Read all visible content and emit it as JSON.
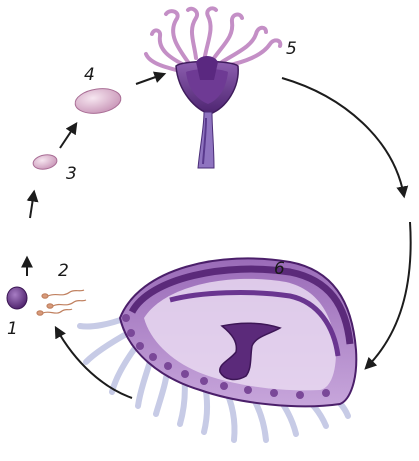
{
  "stages": [
    {
      "id": "egg",
      "label": "1"
    },
    {
      "id": "sperm",
      "label": "2"
    },
    {
      "id": "planula-small",
      "label": "3"
    },
    {
      "id": "planula-large",
      "label": "4"
    },
    {
      "id": "polyp",
      "label": "5"
    },
    {
      "id": "medusa",
      "label": "6"
    }
  ],
  "colors": {
    "violet_dark": "#5b2a7a",
    "violet_mid": "#8c5aa8",
    "violet_light": "#c9a6dc",
    "pink": "#e3b8d4",
    "sperm": "#d79a7a",
    "tentacle": "#c9cde8",
    "arrow": "#1c1c1c"
  }
}
